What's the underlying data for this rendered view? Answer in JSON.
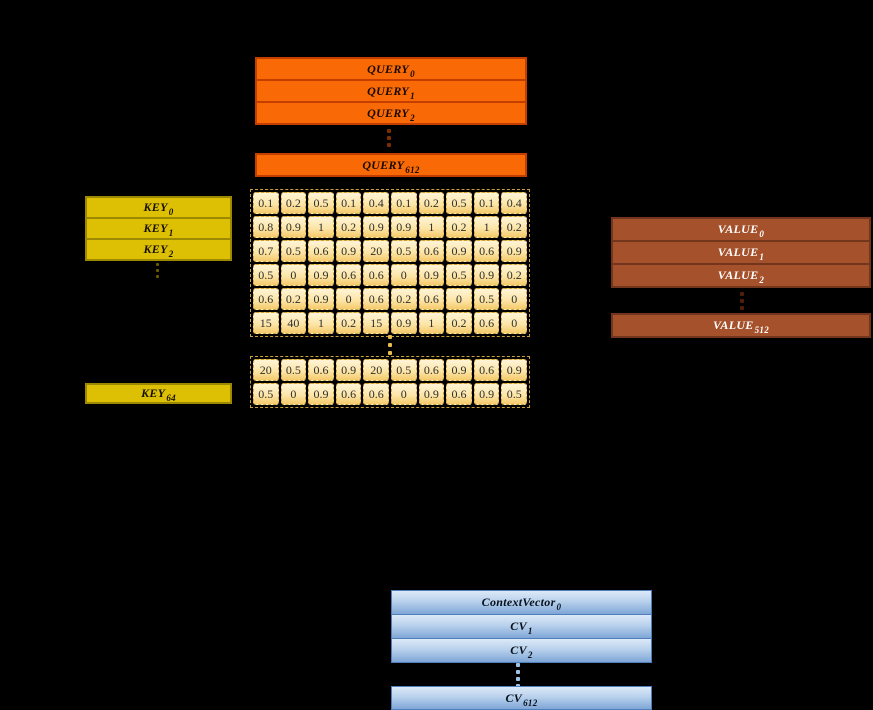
{
  "diagram": {
    "description": "attention mechanism query-key-value score matrix diagram",
    "stacks": {
      "query": {
        "labels": [
          [
            "QUERY",
            "0"
          ],
          [
            "QUERY",
            "1"
          ],
          [
            "QUERY",
            "2"
          ]
        ],
        "last": [
          [
            "QUERY",
            "612"
          ]
        ]
      },
      "key": {
        "labels": [
          [
            "KEY",
            "0"
          ],
          [
            "KEY",
            "1"
          ],
          [
            "KEY",
            "2"
          ]
        ],
        "last": [
          [
            "KEY",
            "64"
          ]
        ]
      },
      "value": {
        "labels": [
          [
            "VALUE",
            "0"
          ],
          [
            "VALUE",
            "1"
          ],
          [
            "VALUE",
            "2"
          ]
        ],
        "last": [
          [
            "VALUE",
            "512"
          ]
        ]
      },
      "context_vector": {
        "labels": [
          [
            "ContextVector",
            "0"
          ],
          [
            "CV",
            "1"
          ],
          [
            "CV",
            "2"
          ]
        ],
        "last": [
          [
            "CV",
            "612"
          ]
        ]
      }
    },
    "score_matrix": {
      "top_rows": [
        [
          "0.1",
          "0.2",
          "0.5",
          "0.1",
          "0.4",
          "0.1",
          "0.2",
          "0.5",
          "0.1",
          "0.4"
        ],
        [
          "0.8",
          "0.9",
          "1",
          "0.2",
          "0.9",
          "0.9",
          "1",
          "0.2",
          "1",
          "0.2"
        ],
        [
          "0.7",
          "0.5",
          "0.6",
          "0.9",
          "20",
          "0.5",
          "0.6",
          "0.9",
          "0.6",
          "0.9"
        ],
        [
          "0.5",
          "0",
          "0.9",
          "0.6",
          "0.6",
          "0",
          "0.9",
          "0.5",
          "0.9",
          "0.2"
        ],
        [
          "0.6",
          "0.2",
          "0.9",
          "0",
          "0.6",
          "0.2",
          "0.6",
          "0",
          "0.5",
          "0"
        ],
        [
          "15",
          "40",
          "1",
          "0.2",
          "15",
          "0.9",
          "1",
          "0.2",
          "0.6",
          "0"
        ]
      ],
      "bottom_rows": [
        [
          "20",
          "0.5",
          "0.6",
          "0.9",
          "20",
          "0.5",
          "0.6",
          "0.9",
          "0.6",
          "0.9"
        ],
        [
          "0.5",
          "0",
          "0.9",
          "0.6",
          "0.6",
          "0",
          "0.9",
          "0.6",
          "0.9",
          "0.5"
        ]
      ]
    }
  },
  "colors": {
    "background": "#000000",
    "query_fill": "#F96905",
    "query_border": "#C43E00",
    "key_fill": "#DDC004",
    "key_border": "#9C8900",
    "matrix_cell_light": "#FFF4D6",
    "matrix_cell_dark": "#F5CA6B",
    "matrix_border": "#C9A23C",
    "value_fill": "#A5512B",
    "value_border": "#73351B",
    "value_text": "#FFFFFF",
    "cv_light": "#DCE9F8",
    "cv_dark": "#7FA6D6",
    "cv_border": "#4E7FBA"
  }
}
